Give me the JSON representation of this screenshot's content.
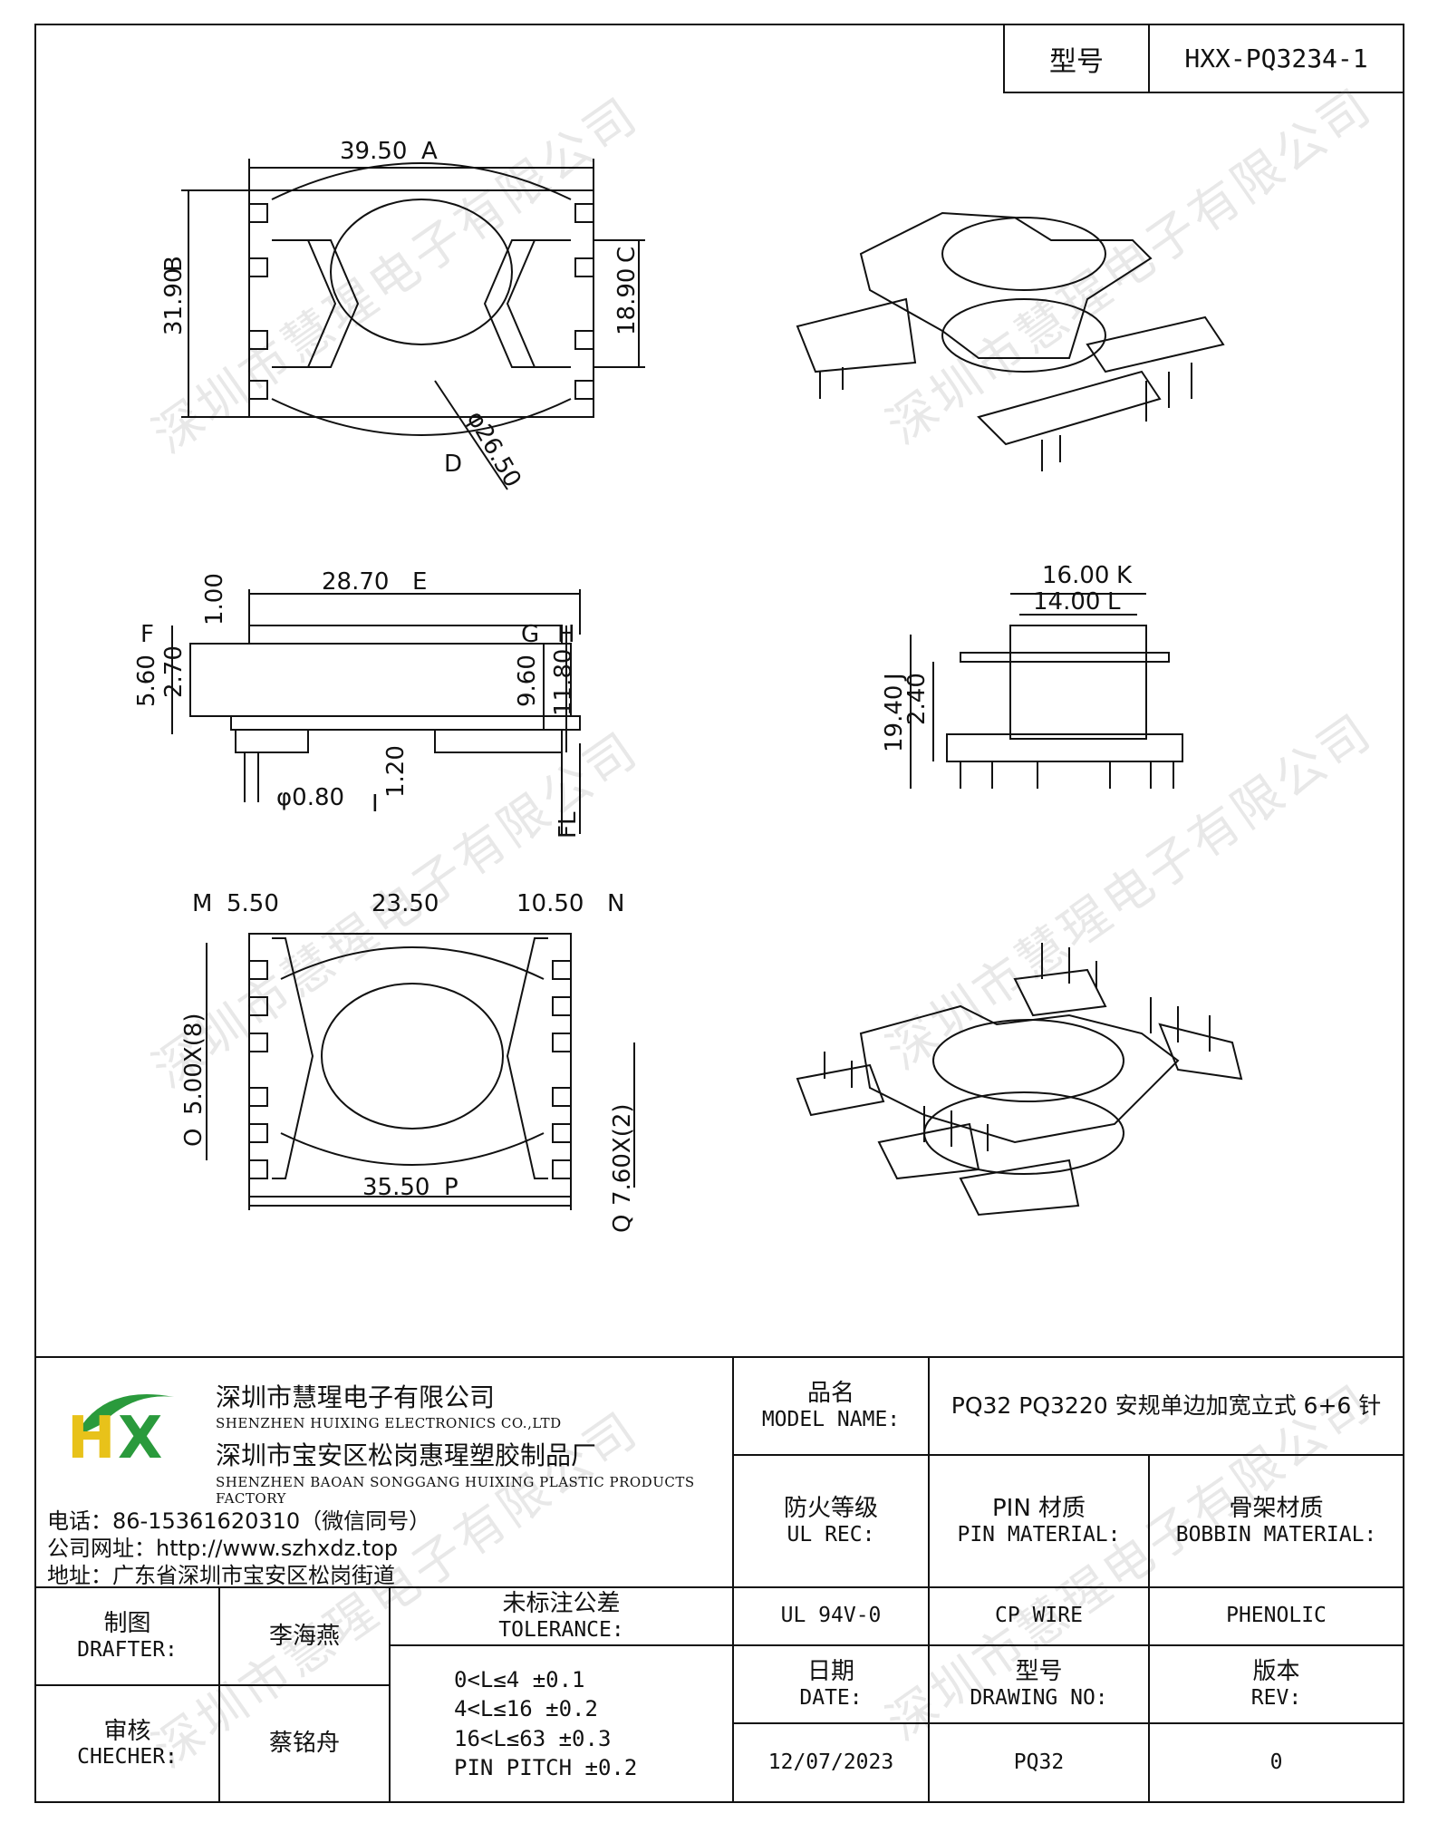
{
  "header": {
    "model_label": "型号",
    "model_value": "HXX-PQ3234-1"
  },
  "watermark": "深圳市慧瑆电子有限公司",
  "dimensions": {
    "top_width": "39.50",
    "top_width_tag": "A",
    "top_height": "31.90",
    "top_height_tag": "B",
    "right_height": "18.90",
    "right_height_tag": "C",
    "diameter": "φ26.50",
    "diameter_tag": "D",
    "side_width": "28.70",
    "side_width_tag": "E",
    "side_h1": "1.00",
    "side_h2": "5.60",
    "side_h3": "2.70",
    "side_tag_f": "F",
    "side_h4": "9.60",
    "side_h5": "11.80",
    "side_tag_g": "G",
    "side_tag_h": "H",
    "pin_len": "1.20",
    "pin_dia": "φ0.80",
    "pin_tag": "I",
    "fl": "FL",
    "front_w1": "16.00",
    "front_w1_tag": "K",
    "front_w2": "14.00",
    "front_w2_tag": "L",
    "front_h1": "19.40",
    "front_h2": "2.40",
    "front_tag": "J",
    "bot_m": "5.50",
    "bot_m_tag": "M",
    "bot_mid": "23.50",
    "bot_n": "10.50",
    "bot_n_tag": "N",
    "bot_pitch": "5.00X(8)",
    "bot_pitch_tag": "O",
    "bot_width": "35.50",
    "bot_width_tag": "P",
    "bot_pitch2": "7.60X(2)",
    "bot_pitch2_tag": "Q"
  },
  "company": {
    "name_cn": "深圳市慧瑆电子有限公司",
    "name_en": "SHENZHEN HUIXING ELECTRONICS CO.,LTD",
    "factory_cn": "深圳市宝安区松岗惠瑆塑胶制品厂",
    "factory_en": "SHENZHEN BAOAN SONGGANG HUIXING PLASTIC PRODUCTS FACTORY",
    "phone": "电话：86-15361620310（微信同号）",
    "website": "公司网址：http://www.szhxdz.top",
    "address": "地址：广东省深圳市宝安区松岗街道",
    "logo_text": "HX",
    "logo_h_color": "#e8c21a",
    "logo_x_color": "#2a9a3c"
  },
  "title_block": {
    "model_name_cn": "品名",
    "model_name_en": "MODEL NAME:",
    "model_name_value": "PQ32 PQ3220 安规单边加宽立式 6+6 针",
    "ul_cn": "防火等级",
    "ul_en": "UL REC:",
    "pin_mat_cn": "PIN 材质",
    "pin_mat_en": "PIN MATERIAL:",
    "bobbin_cn": "骨架材质",
    "bobbin_en": "BOBBIN MATERIAL:",
    "ul_value": "UL 94V-0",
    "pin_value": "CP WIRE",
    "bobbin_value": "PHENOLIC",
    "drafter_cn": "制图",
    "drafter_en": "DRAFTER:",
    "drafter_name": "李海燕",
    "checker_cn": "审核",
    "checker_en": "CHECHER:",
    "checker_name": "蔡铭舟",
    "tolerance_cn": "未标注公差",
    "tolerance_en": "TOLERANCE:",
    "tolerances": [
      "0<L≤4   ±0.1",
      "4<L≤16  ±0.2",
      "16<L≤63 ±0.3",
      "PIN PITCH ±0.2"
    ],
    "date_cn": "日期",
    "date_en": "DATE:",
    "date_value": "12/07/2023",
    "drawing_cn": "型号",
    "drawing_en": "DRAWING NO:",
    "drawing_value": "PQ32",
    "rev_cn": "版本",
    "rev_en": "REV:",
    "rev_value": "0"
  }
}
